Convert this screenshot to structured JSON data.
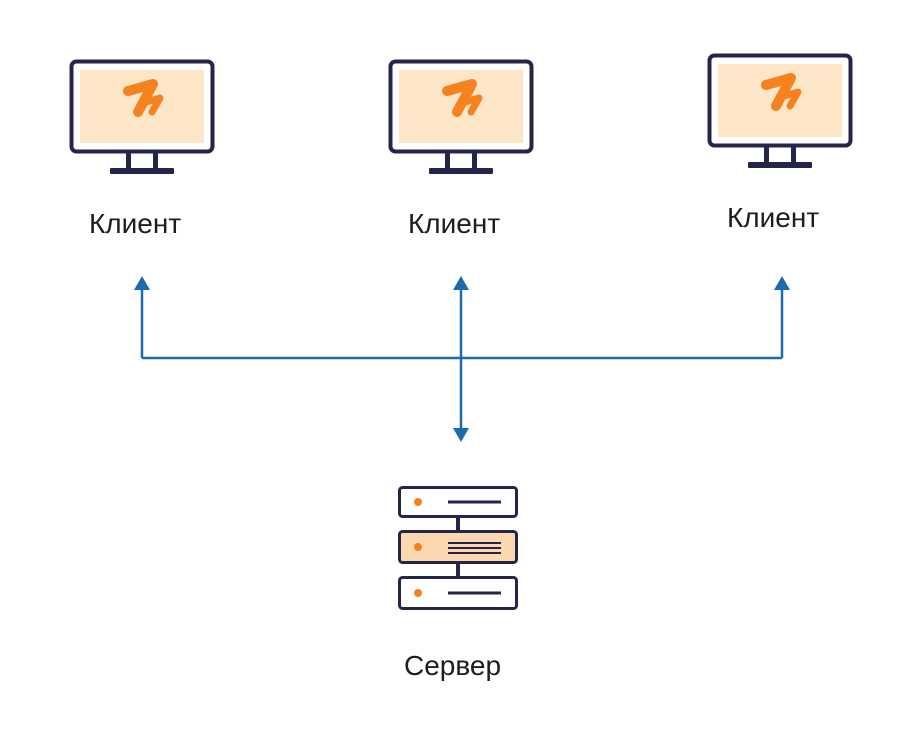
{
  "nodes": {
    "client_left": {
      "label": "Клиент",
      "icon": "monitor-icon"
    },
    "client_center": {
      "label": "Клиент",
      "icon": "monitor-icon"
    },
    "client_right": {
      "label": "Клиент",
      "icon": "monitor-icon"
    },
    "server": {
      "label": "Сервер",
      "icon": "server-icon"
    }
  },
  "colors": {
    "outline": "#25254a",
    "screen_fill": "#fde6c8",
    "logo": "#f5821f",
    "connector": "#1a6aad",
    "label_text": "#1d1d1f"
  }
}
